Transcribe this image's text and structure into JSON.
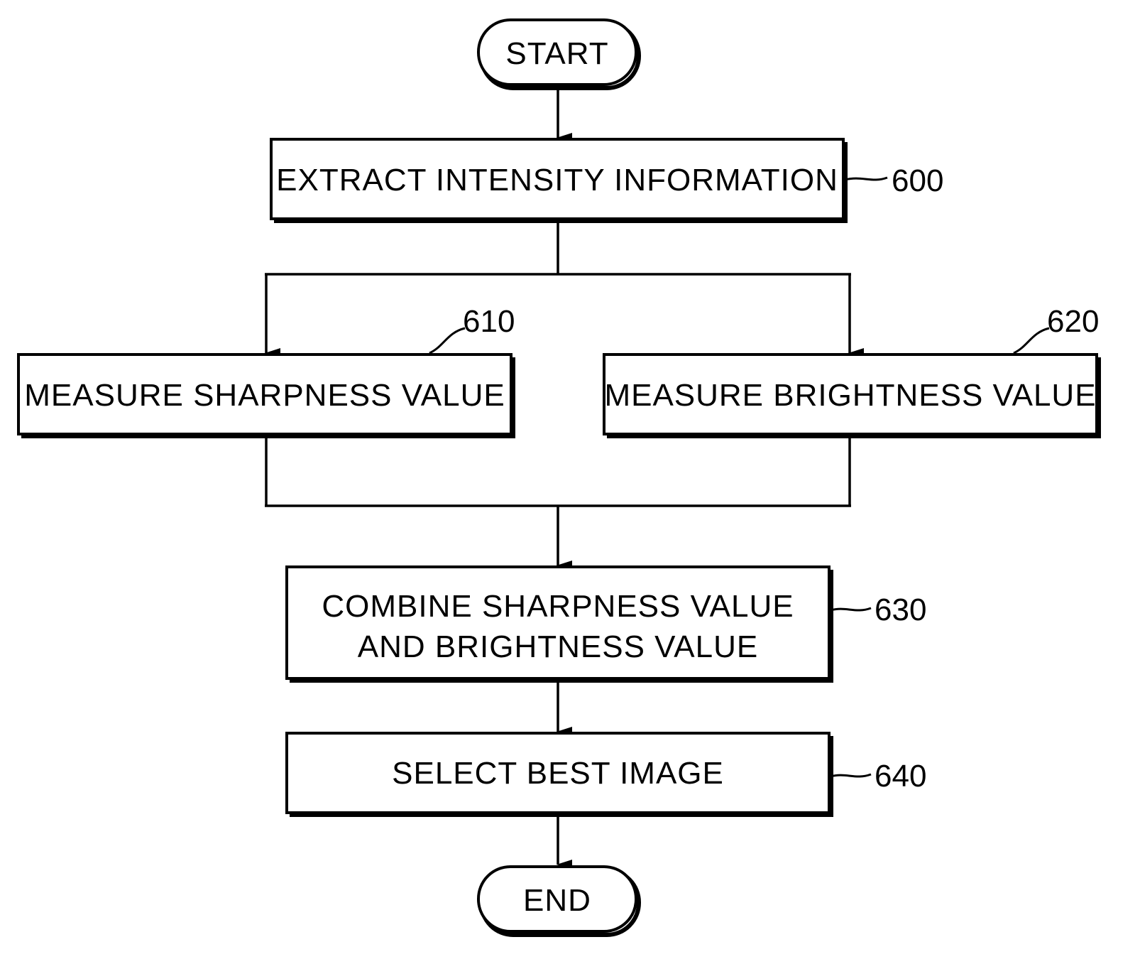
{
  "flowchart": {
    "start": "START",
    "end": "END",
    "steps": [
      {
        "id": "600",
        "ref": "600",
        "lines": [
          "EXTRACT INTENSITY INFORMATION"
        ]
      },
      {
        "id": "610",
        "ref": "610",
        "lines": [
          "MEASURE SHARPNESS VALUE"
        ]
      },
      {
        "id": "620",
        "ref": "620",
        "lines": [
          "MEASURE BRIGHTNESS VALUE"
        ]
      },
      {
        "id": "630",
        "ref": "630",
        "lines": [
          "COMBINE SHARPNESS VALUE",
          "AND BRIGHTNESS VALUE"
        ]
      },
      {
        "id": "640",
        "ref": "640",
        "lines": [
          "SELECT BEST IMAGE"
        ]
      }
    ]
  },
  "colors": {
    "stroke": "#000000",
    "background": "#ffffff"
  }
}
